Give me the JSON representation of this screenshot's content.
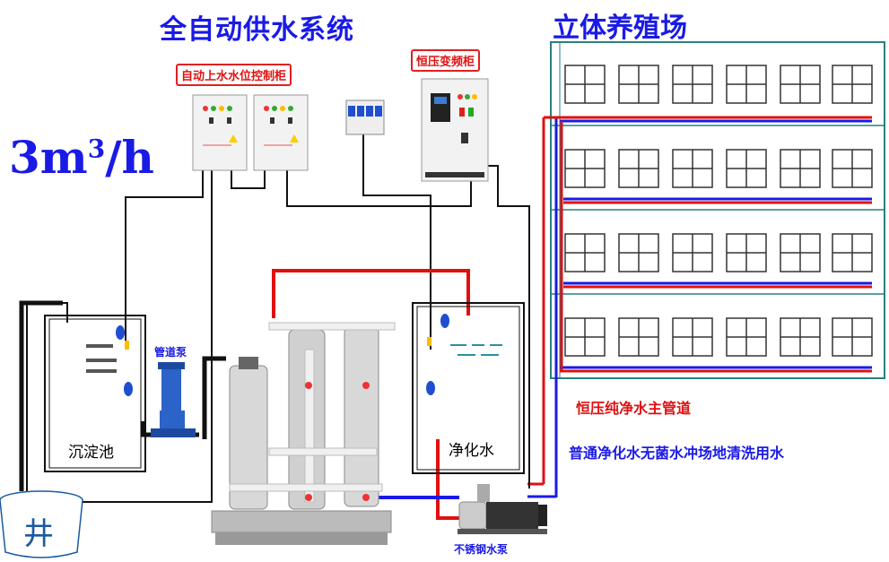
{
  "titles": {
    "main": "全自动供水系统",
    "farm": "立体养殖场",
    "flow": "3m",
    "flow_sup": "3",
    "flow_unit": "/h"
  },
  "labels": {
    "level_cabinet": "自动上水水位控制柜",
    "vfd_cabinet": "恒压变频柜",
    "pipeline_pump": "管道泵",
    "sediment_tank": "沉淀池",
    "purified_water": "净化水",
    "well": "井",
    "stainless_pump": "不锈钢水泵",
    "main_pipe": "恒压纯净水主管道",
    "usage_note": "普通净化水无菌水冲场地清洗用水"
  },
  "colors": {
    "title_blue": "#1a1ae6",
    "pipe_red": "#e01010",
    "pipe_blue": "#1a1ae6",
    "frame_teal": "#2a7f7f"
  }
}
